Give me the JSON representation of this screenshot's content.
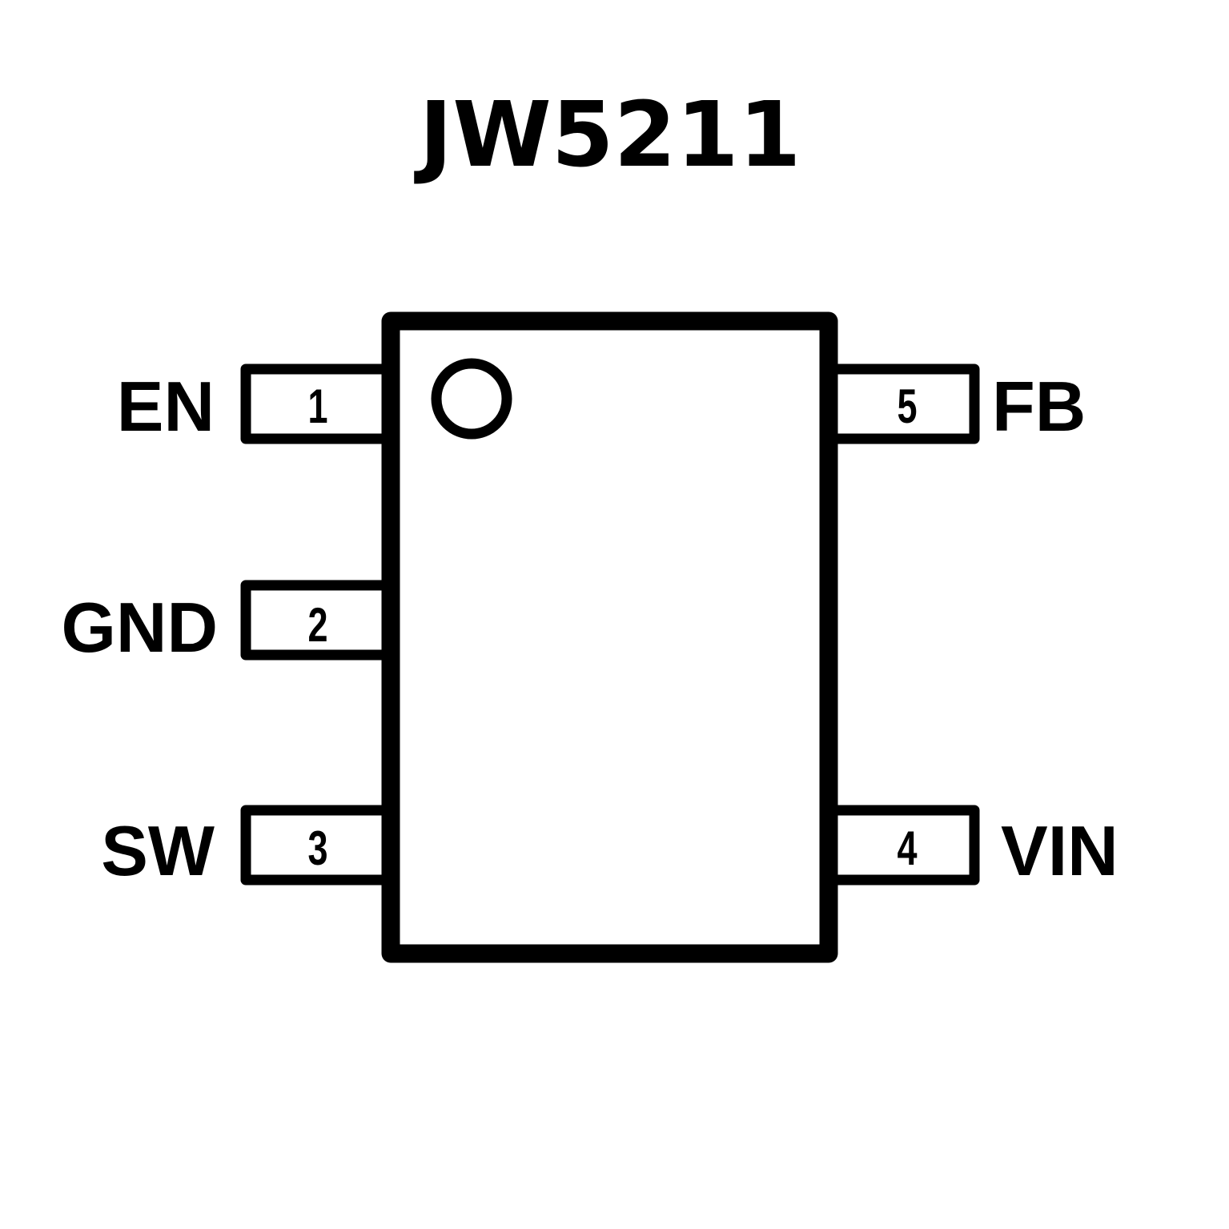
{
  "title": "JW5211",
  "colors": {
    "stroke": "#000000",
    "background": "#ffffff",
    "text": "#000000"
  },
  "package": {
    "pin1_marker": "pin-1-indicator-circle"
  },
  "pins": [
    {
      "number": "1",
      "name": "EN",
      "side": "left"
    },
    {
      "number": "2",
      "name": "GND",
      "side": "left"
    },
    {
      "number": "3",
      "name": "SW",
      "side": "left"
    },
    {
      "number": "4",
      "name": "VIN",
      "side": "right"
    },
    {
      "number": "5",
      "name": "FB",
      "side": "right"
    }
  ]
}
